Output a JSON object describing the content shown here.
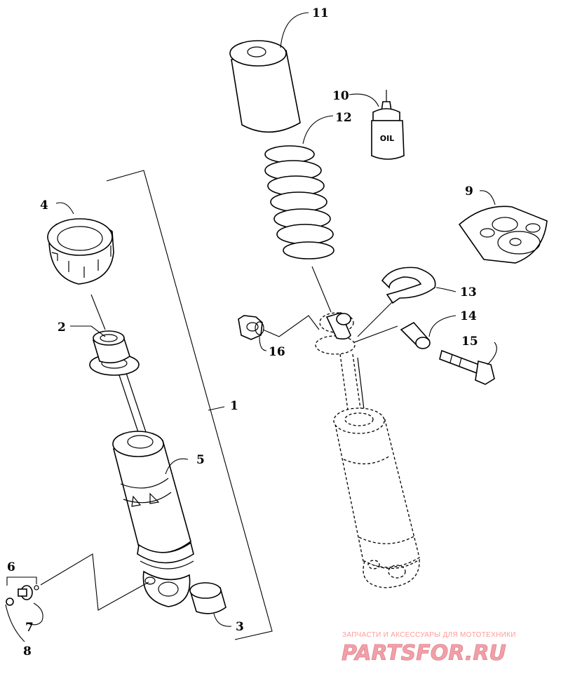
{
  "callouts": {
    "c1": "1",
    "c2": "2",
    "c3": "3",
    "c4": "4",
    "c5": "5",
    "c6": "6",
    "c7": "7",
    "c8": "8",
    "c9": "9",
    "c10": "10",
    "c11": "11",
    "c12": "12",
    "c13": "13",
    "c14": "14",
    "c15": "15",
    "c16": "16"
  },
  "oil_bottle_text": "OIL",
  "watermark": {
    "tagline": "ЗАПЧАСТИ И АКСЕССУАРЫ ДЛЯ МОТОТЕХНИКИ",
    "logo": "PARTSFOR.RU"
  }
}
